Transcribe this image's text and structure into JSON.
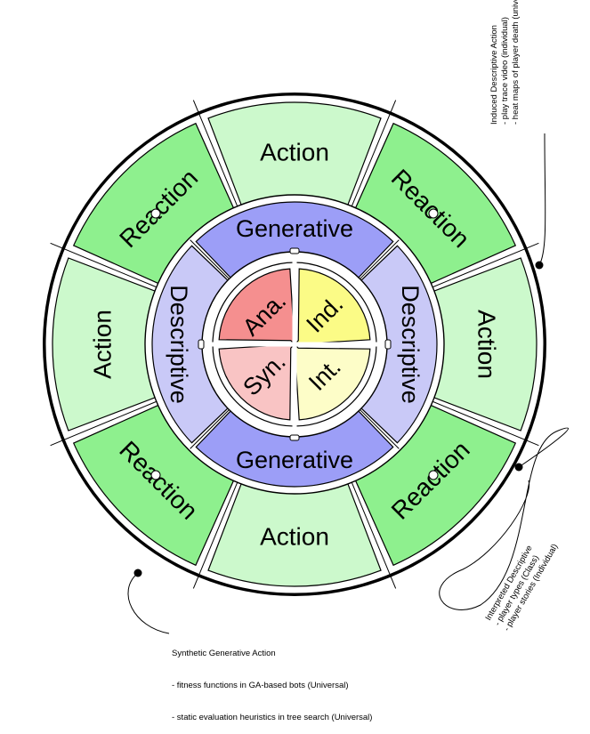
{
  "colors": {
    "outer_ring_dark": "#000000",
    "action_fill": "#ccf9cc",
    "reaction_fill": "#8ef08e",
    "generative_fill": "#9c9ef7",
    "descriptive_fill": "#c9c9f7",
    "ana_fill": "#f58f8f",
    "ind_fill": "#fbfb86",
    "syn_fill": "#f9c4c4",
    "int_fill": "#fdfdc8",
    "divider": "#ffffff"
  },
  "outer_ring": {
    "segments": [
      {
        "label": "Action",
        "kind": "action"
      },
      {
        "label": "Reaction",
        "kind": "reaction"
      },
      {
        "label": "Action",
        "kind": "action"
      },
      {
        "label": "Reaction",
        "kind": "reaction"
      },
      {
        "label": "Action",
        "kind": "action"
      },
      {
        "label": "Reaction",
        "kind": "reaction"
      },
      {
        "label": "Action",
        "kind": "action"
      },
      {
        "label": "Reaction",
        "kind": "reaction"
      }
    ]
  },
  "middle_ring": {
    "segments": [
      {
        "label": "Generative",
        "kind": "generative"
      },
      {
        "label": "Descriptive",
        "kind": "descriptive"
      },
      {
        "label": "Generative",
        "kind": "generative"
      },
      {
        "label": "Descriptive",
        "kind": "descriptive"
      }
    ]
  },
  "core": {
    "quadrants": [
      {
        "label": "Ind.",
        "kind": "ind"
      },
      {
        "label": "Int.",
        "kind": "int"
      },
      {
        "label": "Syn.",
        "kind": "syn"
      },
      {
        "label": "Ana.",
        "kind": "ana"
      }
    ]
  },
  "annotations": {
    "induced": {
      "title": "Induced Descriptive Action",
      "lines": [
        "- play trace video (individual)",
        "- heat maps of player death (universal)"
      ]
    },
    "interpreted": {
      "title": "Interpreted Descriptive",
      "lines": [
        "- player types (Class)",
        "- player stories (Individual)"
      ]
    },
    "synthetic": {
      "title": "Synthetic Generative Action",
      "lines": [
        "- fitness functions in GA-based bots (Universal)",
        "- static evaluation heuristics in tree search (Universal)"
      ]
    }
  }
}
